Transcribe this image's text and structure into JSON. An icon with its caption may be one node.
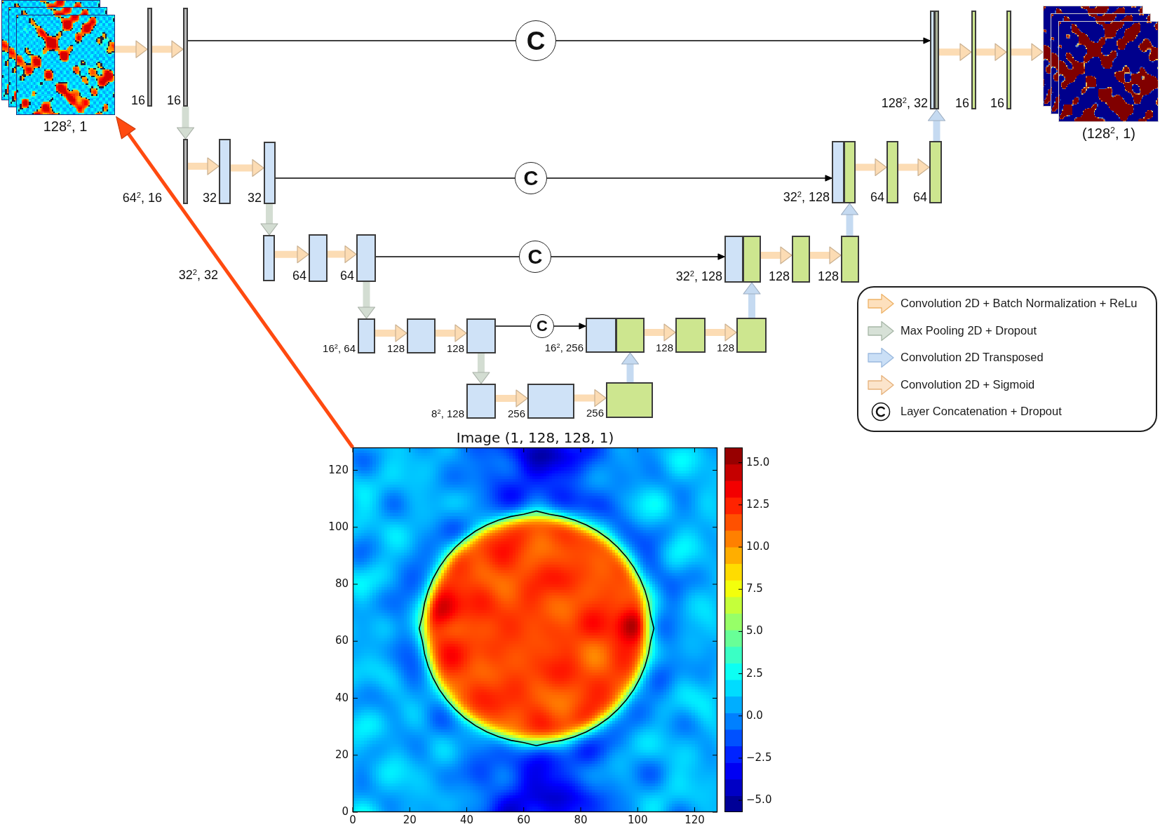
{
  "diagram": {
    "nodes": [
      {
        "text": [],
        "shape": "picture",
        "beside": [
          "128$^{2}$, 1"
        ]
      },
      {
        "text": [],
        "shape": "bar",
        "beside": [
          "16"
        ]
      },
      {
        "text": [],
        "shape": "bar",
        "beside": [
          "16"
        ]
      },
      {
        "text": [
          "C"
        ]
      },
      {
        "text": [],
        "shape": "bar",
        "beside": [
          "128$^{2}$, 32"
        ]
      },
      {
        "text": [],
        "shape": "bar"
      },
      {
        "text": [],
        "shape": "bar",
        "beside": [
          "16"
        ]
      },
      {
        "text": [],
        "shape": "bar",
        "beside": [
          "16"
        ]
      },
      {
        "text": [],
        "shape": "picture",
        "beside": [
          "(128$^{2}$, 1)"
        ]
      },
      {
        "text": [],
        "shape": "bar",
        "beside": [
          "64$^{2}$, 16"
        ]
      },
      {
        "text": [],
        "shape": "bar",
        "beside": [
          "32"
        ]
      },
      {
        "text": [],
        "shape": "bar",
        "beside": [
          "32"
        ]
      },
      {
        "text": [
          "C"
        ]
      },
      {
        "text": [],
        "shape": "bar",
        "beside": [
          "32$^{2}$, 128"
        ]
      },
      {
        "text": [],
        "shape": "bar"
      },
      {
        "text": [],
        "shape": "bar",
        "beside": [
          "64"
        ]
      },
      {
        "text": [],
        "shape": "bar",
        "beside": [
          "64"
        ]
      },
      {
        "text": [],
        "shape": "bar",
        "beside": [
          "32$^{2}$, 32"
        ]
      },
      {
        "text": [],
        "shape": "bar",
        "beside": [
          "64"
        ]
      },
      {
        "text": [],
        "shape": "bar",
        "beside": [
          "64"
        ]
      },
      {
        "text": [
          "C"
        ]
      },
      {
        "text": [],
        "shape": "bar",
        "beside": [
          "32$^{2}$, 128"
        ]
      },
      {
        "text": [],
        "shape": "bar"
      },
      {
        "text": [],
        "shape": "bar",
        "beside": [
          "128"
        ]
      },
      {
        "text": [],
        "shape": "bar",
        "beside": [
          "128"
        ]
      },
      {
        "text": [],
        "shape": "bar",
        "beside": [
          "16$^{2}$, 64"
        ]
      },
      {
        "text": [],
        "shape": "bar",
        "beside": [
          "128"
        ]
      },
      {
        "text": [],
        "shape": "bar",
        "beside": [
          "128"
        ]
      },
      {
        "text": [
          "C"
        ]
      },
      {
        "text": [],
        "shape": "bar",
        "beside": [
          "16$^{2}$, 256"
        ]
      },
      {
        "text": [],
        "shape": "bar"
      },
      {
        "text": [],
        "shape": "bar",
        "beside": [
          "128"
        ]
      },
      {
        "text": [],
        "shape": "bar",
        "beside": [
          "128"
        ]
      },
      {
        "text": [],
        "shape": "bar",
        "beside": [
          "8$^{2}$, 128"
        ]
      },
      {
        "text": [],
        "shape": "bar",
        "beside": [
          "256"
        ]
      },
      {
        "text": [],
        "shape": "bar",
        "beside": [
          "256"
        ]
      },
      {
        "text": [
          "Image (1, 128, 128, 1)"
        ],
        "beside": [
          "120",
          "100",
          "80",
          "60",
          "40",
          "20",
          "0",
          "0",
          "20",
          "40",
          "60",
          "80",
          "100",
          "120"
        ]
      }
    ],
    "edges": [
      {
        "from": 0,
        "to": 1,
        "arrow": "to"
      },
      {
        "from": 1,
        "to": 2,
        "arrow": "to"
      },
      {
        "from": 2,
        "to": 3,
        "arrow": "none",
        "color": "#000000"
      },
      {
        "from": 3,
        "to": 4,
        "arrow": "to",
        "color": "#000000"
      },
      {
        "from": 5,
        "to": 6,
        "arrow": "to"
      },
      {
        "from": 6,
        "to": 7,
        "arrow": "to"
      },
      {
        "from": 7,
        "to": 8,
        "arrow": "to"
      },
      {
        "from": 2,
        "to": 9,
        "arrow": "to",
        "color": "#d3ddd2"
      },
      {
        "from": 9,
        "to": 10,
        "arrow": "to"
      },
      {
        "from": 10,
        "to": 11,
        "arrow": "to"
      },
      {
        "from": 11,
        "to": 12,
        "arrow": "none",
        "color": "#000000"
      },
      {
        "from": 12,
        "to": 13,
        "arrow": "to",
        "color": "#000000"
      },
      {
        "from": 14,
        "to": 15,
        "arrow": "to"
      },
      {
        "from": 15,
        "to": 16,
        "arrow": "to"
      },
      {
        "from": 16,
        "to": 5,
        "arrow": "to",
        "color": "#c5daf1"
      },
      {
        "from": 11,
        "to": 17,
        "arrow": "to",
        "color": "#d3ddd2"
      },
      {
        "from": 17,
        "to": 18,
        "arrow": "to"
      },
      {
        "from": 18,
        "to": 19,
        "arrow": "to"
      },
      {
        "from": 19,
        "to": 20,
        "arrow": "none",
        "color": "#000000"
      },
      {
        "from": 20,
        "to": 21,
        "arrow": "to",
        "color": "#000000"
      },
      {
        "from": 22,
        "to": 23,
        "arrow": "to"
      },
      {
        "from": 23,
        "to": 24,
        "arrow": "to"
      },
      {
        "from": 24,
        "to": 14,
        "arrow": "to",
        "color": "#c5daf1"
      },
      {
        "from": 19,
        "to": 25,
        "arrow": "to",
        "color": "#d3ddd2"
      },
      {
        "from": 25,
        "to": 26,
        "arrow": "to"
      },
      {
        "from": 26,
        "to": 27,
        "arrow": "to"
      },
      {
        "from": 27,
        "to": 28,
        "arrow": "none",
        "color": "#000000"
      },
      {
        "from": 28,
        "to": 29,
        "arrow": "to",
        "color": "#000000"
      },
      {
        "from": 30,
        "to": 31,
        "arrow": "to"
      },
      {
        "from": 31,
        "to": 32,
        "arrow": "to"
      },
      {
        "from": 32,
        "to": 22,
        "arrow": "to",
        "color": "#c5daf1"
      },
      {
        "from": 27,
        "to": 33,
        "arrow": "to",
        "color": "#d3ddd2"
      },
      {
        "from": 33,
        "to": 34,
        "arrow": "to"
      },
      {
        "from": 34,
        "to": 35,
        "arrow": "to"
      },
      {
        "from": 35,
        "to": 30,
        "arrow": "to",
        "color": "#c5daf1"
      },
      {
        "from": 36,
        "to": 0,
        "arrow": "to",
        "color": "#ff4a10"
      }
    ],
    "labels": [
      "15.0",
      "12.5",
      "10.0",
      "7.5",
      "5.0",
      "2.5",
      "0.0",
      "−2.5",
      "−5.0"
    ],
    "legend": [
      {
        "text": "Convolution 2D + Batch Normalization + ReLu"
      },
      {
        "text": "Max Pooling 2D + Dropout"
      },
      {
        "text": "Convolution 2D Transposed"
      },
      {
        "text": "Convolution 2D + Sigmoid"
      },
      {
        "text": "Layer Concatenation + Dropout"
      }
    ]
  }
}
